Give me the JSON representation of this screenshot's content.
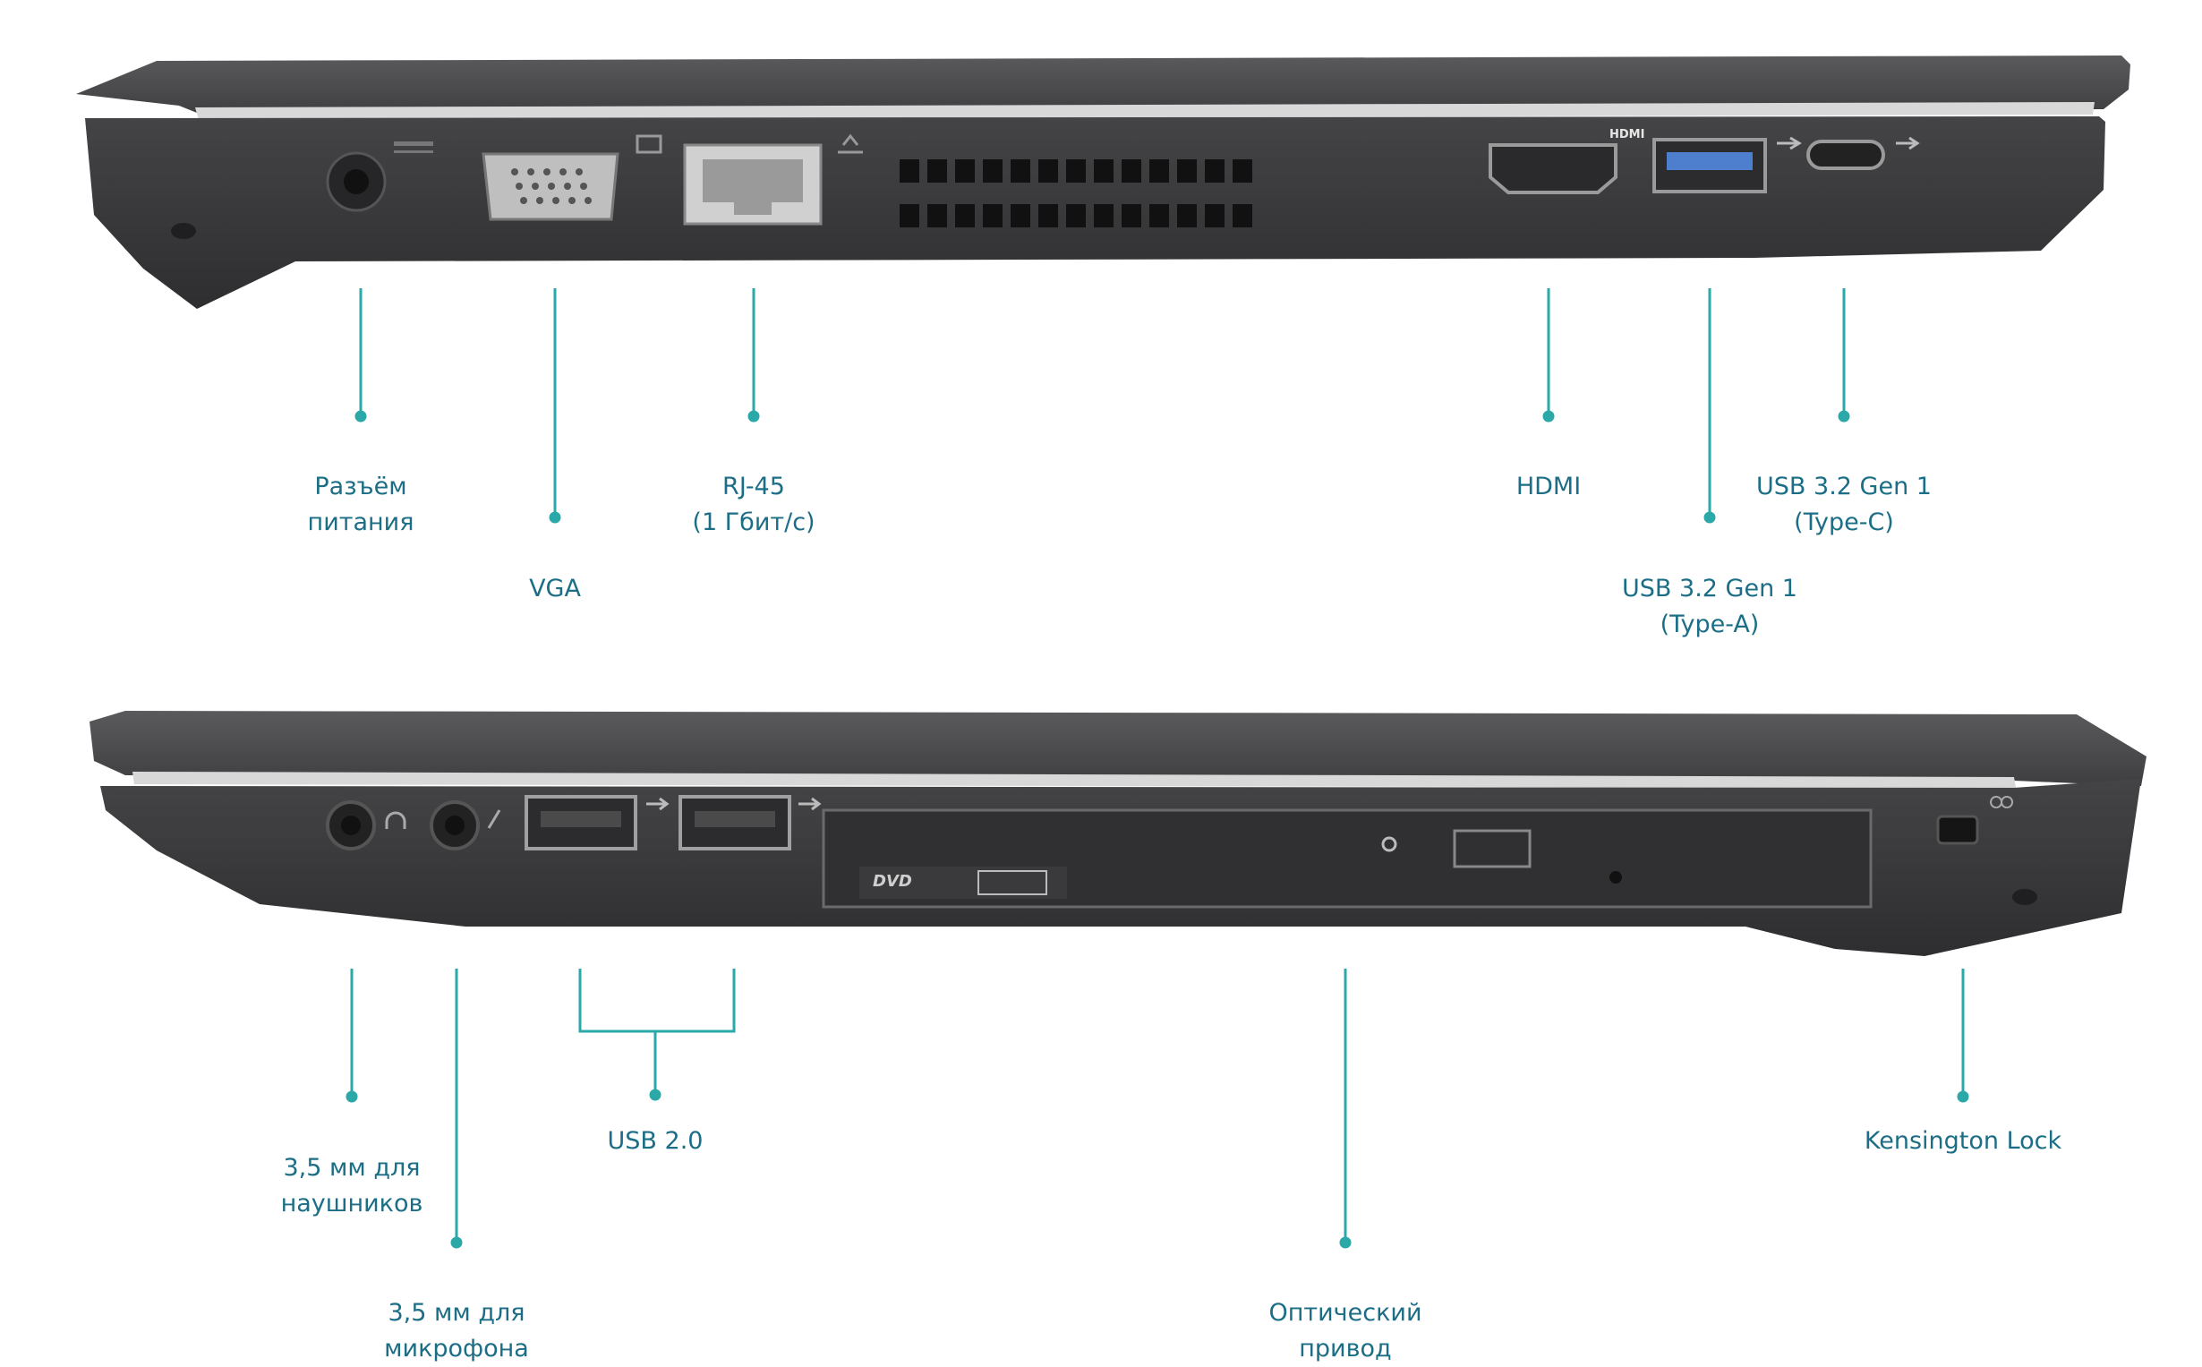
{
  "colors": {
    "accent": "#2ba8a8",
    "label_text": "#1c6e86",
    "chassis": "#3b3b3d",
    "lid": "#4a4a4c"
  },
  "top_panel": {
    "labels": [
      {
        "id": "power",
        "lines": [
          "Разъём",
          "питания"
        ]
      },
      {
        "id": "vga",
        "lines": [
          "VGA"
        ]
      },
      {
        "id": "rj45",
        "lines": [
          "RJ-45",
          "(1 Гбит/с)"
        ]
      },
      {
        "id": "hdmi",
        "lines": [
          "HDMI"
        ]
      },
      {
        "id": "usb-a",
        "lines": [
          "USB 3.2 Gen 1",
          "(Type-A)"
        ]
      },
      {
        "id": "usb-c",
        "lines": [
          "USB 3.2 Gen 1",
          "(Type-C)"
        ]
      }
    ],
    "port_markings": {
      "hdmi": "HDMI"
    }
  },
  "bottom_panel": {
    "labels": [
      {
        "id": "headphones",
        "lines": [
          "3,5 мм для",
          "наушников"
        ]
      },
      {
        "id": "microphone",
        "lines": [
          "3,5 мм для",
          "микрофона"
        ]
      },
      {
        "id": "usb2",
        "lines": [
          "USB 2.0"
        ]
      },
      {
        "id": "optical",
        "lines": [
          "Оптический",
          "привод"
        ]
      },
      {
        "id": "kensington",
        "lines": [
          "Kensington Lock"
        ]
      }
    ],
    "port_markings": {
      "dvd": "DVD"
    }
  }
}
